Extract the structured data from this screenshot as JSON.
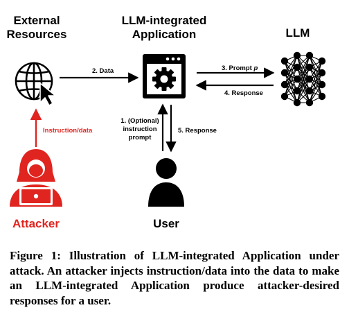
{
  "nodes": {
    "external_resources": {
      "line1": "External",
      "line2": "Resources"
    },
    "app": {
      "line1": "LLM-integrated",
      "line2": "Application"
    },
    "llm": {
      "label": "LLM"
    },
    "attacker": {
      "label": "Attacker"
    },
    "user": {
      "label": "User"
    }
  },
  "edges": {
    "data": "2. Data",
    "prompt_prefix": "3. Prompt ",
    "prompt_var": "p",
    "response_llm": "4. Response",
    "instruction_line1": "1. (Optional)",
    "instruction_line2": "instruction",
    "instruction_line3": "prompt",
    "response_user": "5. Response",
    "attack": "Instruction/data"
  },
  "caption": "Figure 1: Illustration of LLM-integrated Application under attack. An attacker injects instruction/data into the data to make an LLM-integrated Application produce attacker-desired responses for a user.",
  "colors": {
    "attack": "#e0241f",
    "main": "#000000"
  }
}
